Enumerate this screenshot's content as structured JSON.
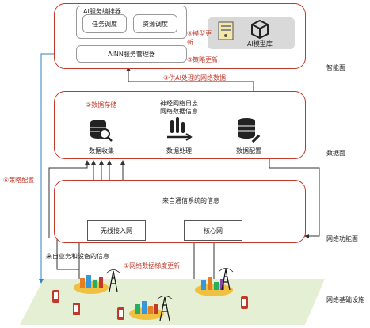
{
  "planes": {
    "intelligence": "智能面",
    "data": "数据面",
    "network_function": "网络功能面",
    "infrastructure": "网络基础设施"
  },
  "intelligence": {
    "orchestrator_title": "AI服务编排器",
    "task_scheduling": "任务调度",
    "resource_scheduling": "资源调度",
    "ainn_manager": "AINN服务管理器",
    "model_library": "AI模型库",
    "model_update": "④模型更新",
    "policy_update": "⑤策略更新"
  },
  "data_plane": {
    "storage": "②数据存储",
    "nn_info_line1": "神经网络日志",
    "nn_info_line2": "网络数据信息",
    "collect": "数据收集",
    "process": "数据处理",
    "config": "数据配置"
  },
  "arrows": {
    "supply_ai": "③供AI处理的网络数据",
    "policy_config": "⑥策略配置",
    "gradient_update": "①网络数据梯度更新",
    "from_business": "来自业务和设备的信息",
    "from_comm": "来自通信系统的信息"
  },
  "network_function": {
    "wireless": "无线接入网",
    "core": "核心网"
  }
}
